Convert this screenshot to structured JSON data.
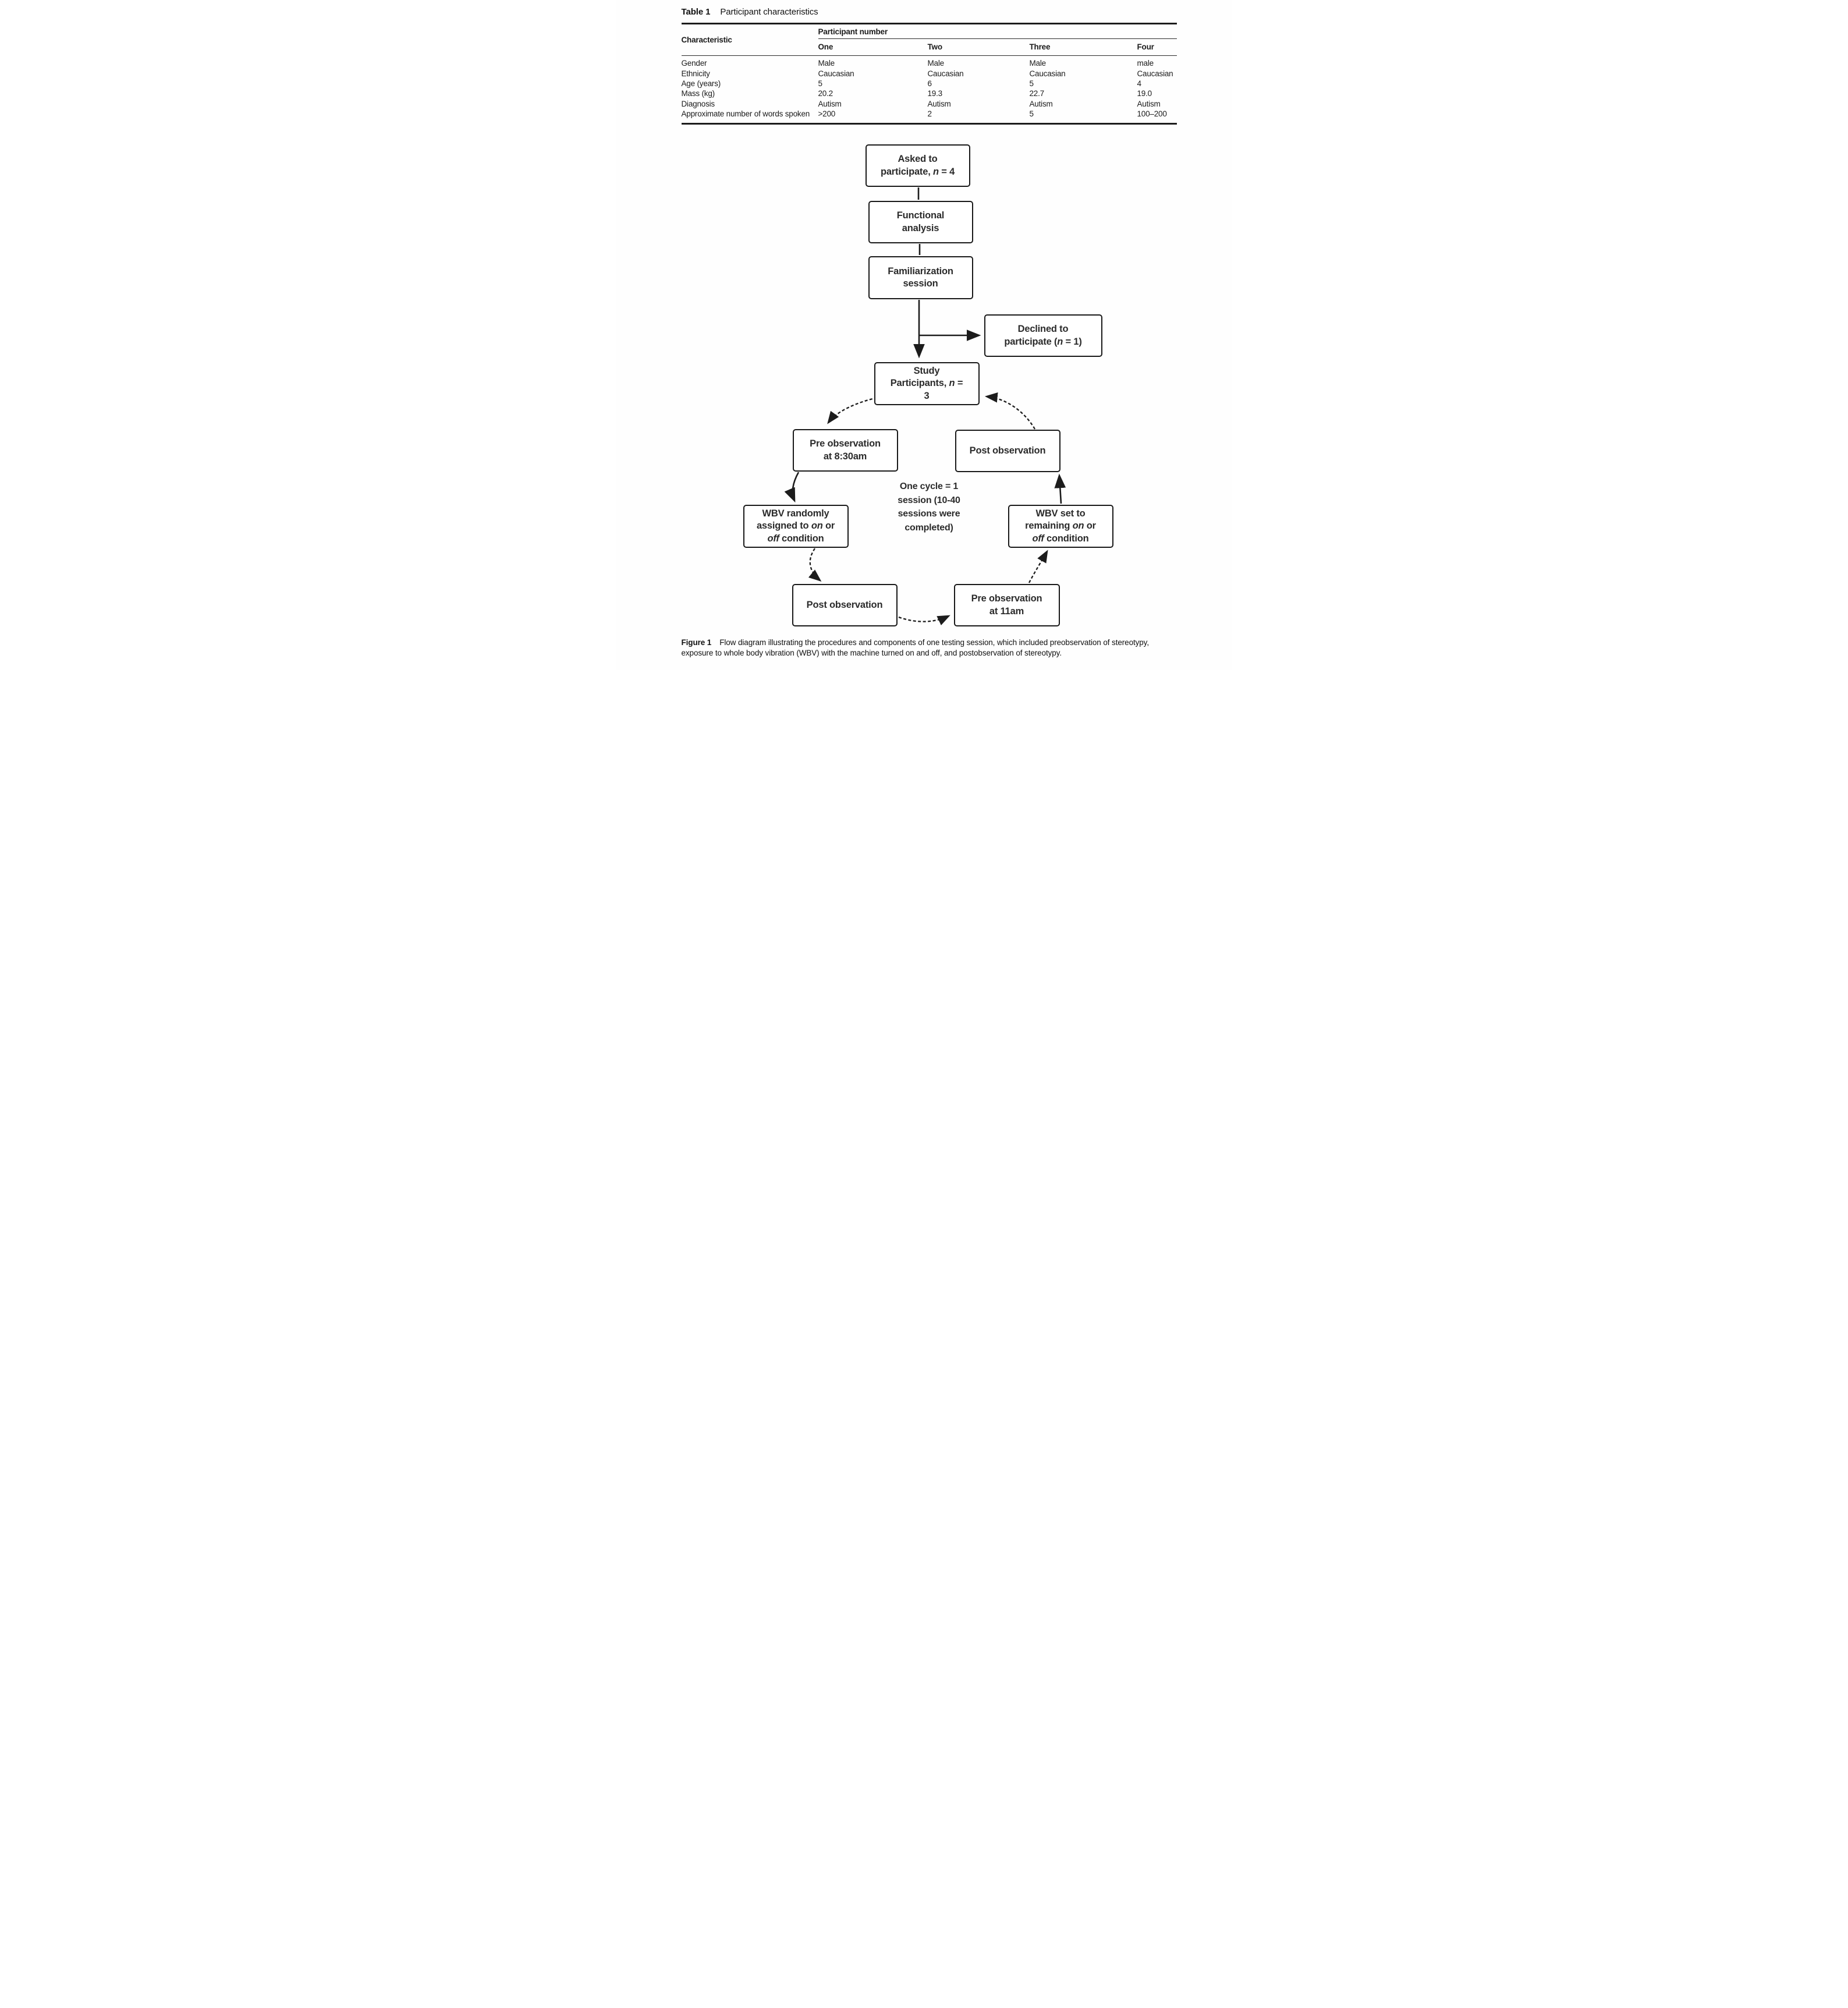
{
  "table": {
    "title_label": "Table 1",
    "title_text": "Participant characteristics",
    "row_header": "Characteristic",
    "col_group_header": "Participant number",
    "columns": [
      "One",
      "Two",
      "Three",
      "Four"
    ],
    "rows": [
      {
        "label": "Gender",
        "values": [
          "Male",
          "Male",
          "Male",
          "male"
        ]
      },
      {
        "label": "Ethnicity",
        "values": [
          "Caucasian",
          "Caucasian",
          "Caucasian",
          "Caucasian"
        ]
      },
      {
        "label": "Age (years)",
        "values": [
          "5",
          "6",
          "5",
          "4"
        ]
      },
      {
        "label": "Mass (kg)",
        "values": [
          "20.2",
          "19.3",
          "22.7",
          "19.0"
        ]
      },
      {
        "label": "Diagnosis",
        "values": [
          "Autism",
          "Autism",
          "Autism",
          "Autism"
        ]
      },
      {
        "label": "Approximate number of words spoken",
        "values": [
          ">200",
          "2",
          "5",
          "100–200"
        ]
      }
    ]
  },
  "flowchart": {
    "asked": {
      "l1": "Asked to",
      "l2a": "participate, ",
      "l2b": "n",
      "l2c": " = 4"
    },
    "functional": {
      "l1": "Functional",
      "l2": "analysis"
    },
    "familiarization": {
      "l1": "Familiarization",
      "l2": "session"
    },
    "declined": {
      "l1": "Declined to",
      "l2a": "participate (",
      "l2b": "n",
      "l2c": " = 1)"
    },
    "study": {
      "l1": "Study",
      "l2a": "Participants, ",
      "l2b": "n",
      "l2c": " =",
      "l3": "3"
    },
    "pre830": {
      "l1": "Pre observation",
      "l2": "at 8:30am"
    },
    "post_top": {
      "l1": "Post observation"
    },
    "wbv_random": {
      "l1": "WBV randomly",
      "l2a": "assigned to ",
      "l2b": "on",
      "l2c": " or",
      "l3a": "off",
      "l3b": " condition"
    },
    "wbv_set": {
      "l1": "WBV set to",
      "l2a": "remaining ",
      "l2b": "on",
      "l2c": " or",
      "l3a": "off",
      "l3b": " condition"
    },
    "post_bottom": {
      "l1": "Post observation"
    },
    "pre11": {
      "l1": "Pre observation",
      "l2": "at 11am"
    },
    "cycle_note": {
      "l1": "One cycle = 1",
      "l2": "session (10-40",
      "l3": "sessions were",
      "l4": "completed)"
    }
  },
  "caption": {
    "label": "Figure 1",
    "line1": "Flow diagram illustrating the procedures and components of one testing session, which included preobservation of stereotypy,",
    "line2": "exposure to whole body vibration (WBV) with the machine turned on and off, and postobservation of stereotypy."
  },
  "colors": {
    "ink": "#1c1c1c",
    "page": "#fefefe"
  }
}
